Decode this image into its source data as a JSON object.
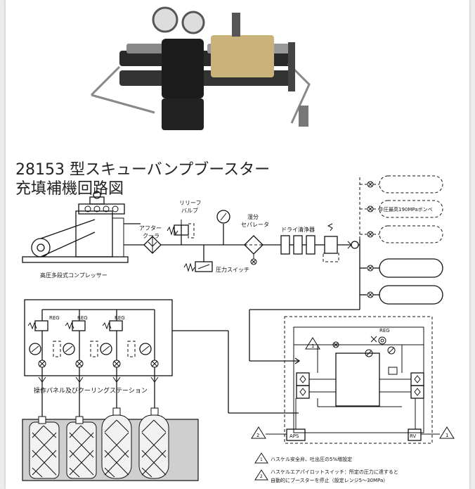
{
  "title": {
    "line1": "28153 型スキューバンプブースター",
    "line2": "充填補機回路図"
  },
  "photo": {
    "icon": "booster-pump-photo"
  },
  "labels": {
    "compressor": "高圧多段式コンプレッサー",
    "aftercooler_1": "アフター",
    "aftercooler_2": "クーラ",
    "relief_1": "リリーフ",
    "relief_2": "バルブ",
    "pressure_switch": "圧力スイッチ",
    "separator_1": "湿分",
    "separator_2": "セパレータ",
    "dry_cleaner": "ドライ清浄器",
    "medium_cylinder": "中圧最高190MPaボンベ",
    "reg": "REG",
    "panel_caption": "操作パネル及びクーリングステーション",
    "aps": "APS",
    "rv": "RV",
    "marker_1": "1",
    "marker_2": "2"
  },
  "notes": [
    {
      "num": "1",
      "line1": "ハスケル安全弁、吐出圧の5%増設定",
      "line2": ""
    },
    {
      "num": "2",
      "line1": "ハスケルエアパイロットスイッチ：所定の圧力に達すると",
      "line2": "自動的にブースターを停止（設定レンジ5〜30MPa）"
    }
  ]
}
